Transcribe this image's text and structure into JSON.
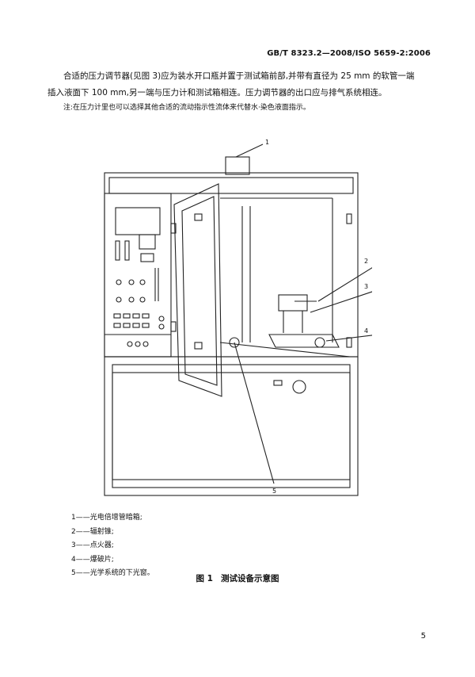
{
  "header": {
    "standard": "GB/T 8323.2—2008/ISO 5659-2:2006"
  },
  "body": {
    "line1": "合适的压力调节器(见图 3)应为装水开口瓶并置于测试箱前部,并带有直径为 25 mm 的软管一端",
    "line2": "插入液面下 100 mm,另一端与压力计和测试箱相连。压力调节器的出口应与排气系统相连。",
    "note": "注:在压力计里也可以选择其他合适的流动指示性流体来代替水·染色液面指示。"
  },
  "figure": {
    "callouts": [
      "1",
      "2",
      "3",
      "4",
      "5"
    ],
    "legend": [
      "1——光电倍增管暗箱;",
      "2——辐射锥;",
      "3——点火器;",
      "4——爆破片;",
      "5——光学系统的下光窗。"
    ],
    "caption_number": "图 1",
    "caption_text": "测试设备示意图"
  },
  "page": {
    "number": "5"
  }
}
